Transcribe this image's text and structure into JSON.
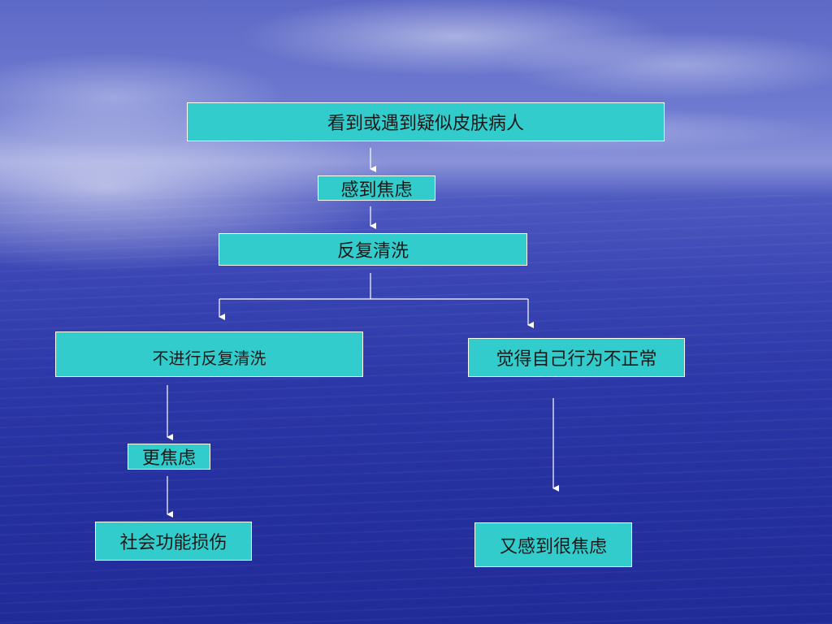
{
  "diagram": {
    "nodes": {
      "n1": "看到或遇到疑似皮肤病人",
      "n2": "感到焦虑",
      "n3": "反复清洗",
      "n4": "不进行反复清洗",
      "n5": "觉得自己行为不正常",
      "n6": "更焦虑",
      "n7": "社会功能损伤",
      "n8": "又感到很焦虑"
    },
    "edges": [
      [
        "n1",
        "n2"
      ],
      [
        "n2",
        "n3"
      ],
      [
        "n3",
        "n4"
      ],
      [
        "n3",
        "n5"
      ],
      [
        "n4",
        "n6"
      ],
      [
        "n6",
        "n7"
      ],
      [
        "n5",
        "n8"
      ]
    ],
    "colors": {
      "box_fill": "#33cccc",
      "box_border": "#ffffff",
      "connector": "#ffffff"
    }
  }
}
